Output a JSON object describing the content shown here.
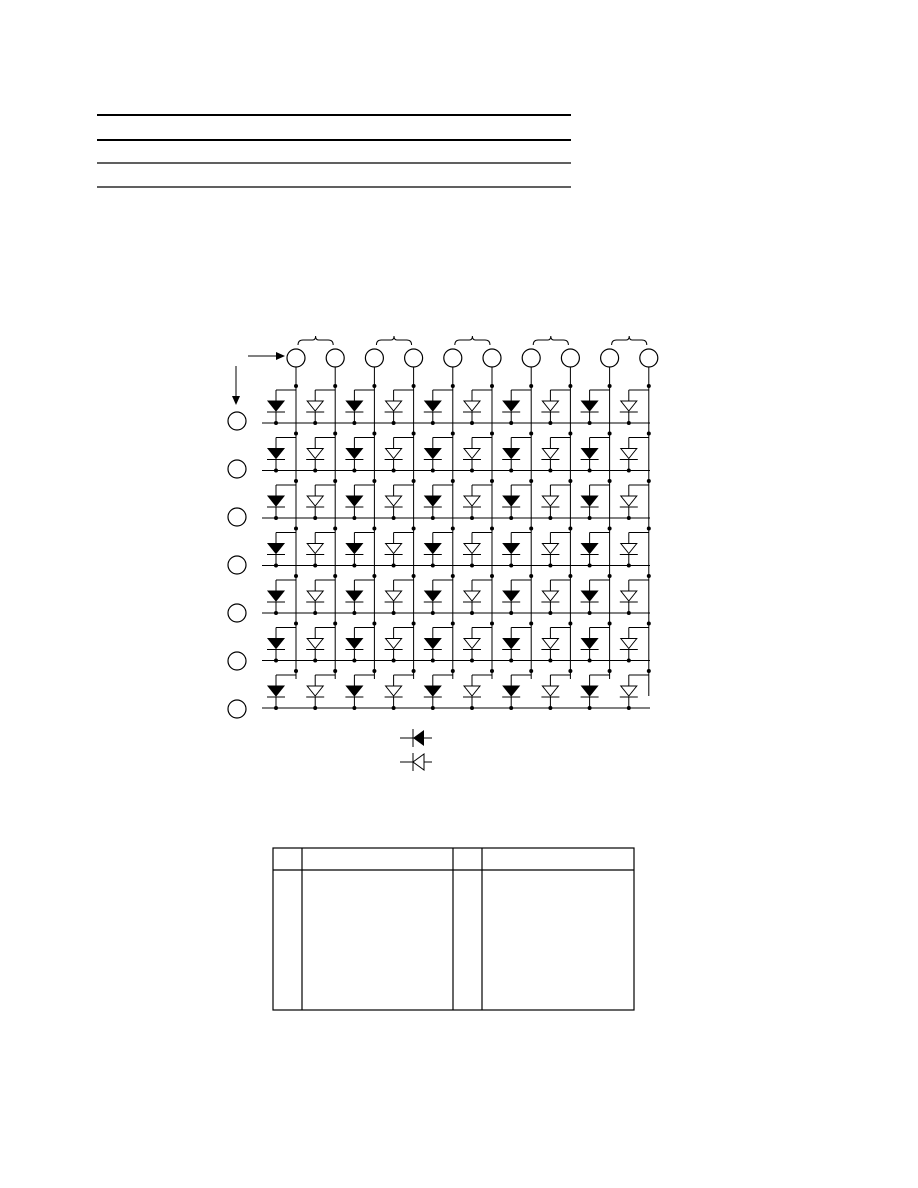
{
  "page": {
    "background": "#ffffff",
    "ink": "#000000"
  },
  "header_table": {
    "rules": 4,
    "rows": []
  },
  "matrix": {
    "rows": 7,
    "column_pairs": 5,
    "diodes_per_pair": [
      "filled",
      "open"
    ],
    "row_labels": [
      "",
      "",
      "",
      "",
      "",
      "",
      ""
    ],
    "column_labels": [
      "",
      "",
      "",
      "",
      "",
      "",
      "",
      "",
      "",
      ""
    ]
  },
  "legend": {
    "items": [
      {
        "symbol": "filled-diode-icon",
        "label": ""
      },
      {
        "symbol": "open-diode-icon",
        "label": ""
      }
    ]
  },
  "pin_table": {
    "headers": [
      "",
      "",
      "",
      ""
    ],
    "rows": []
  }
}
